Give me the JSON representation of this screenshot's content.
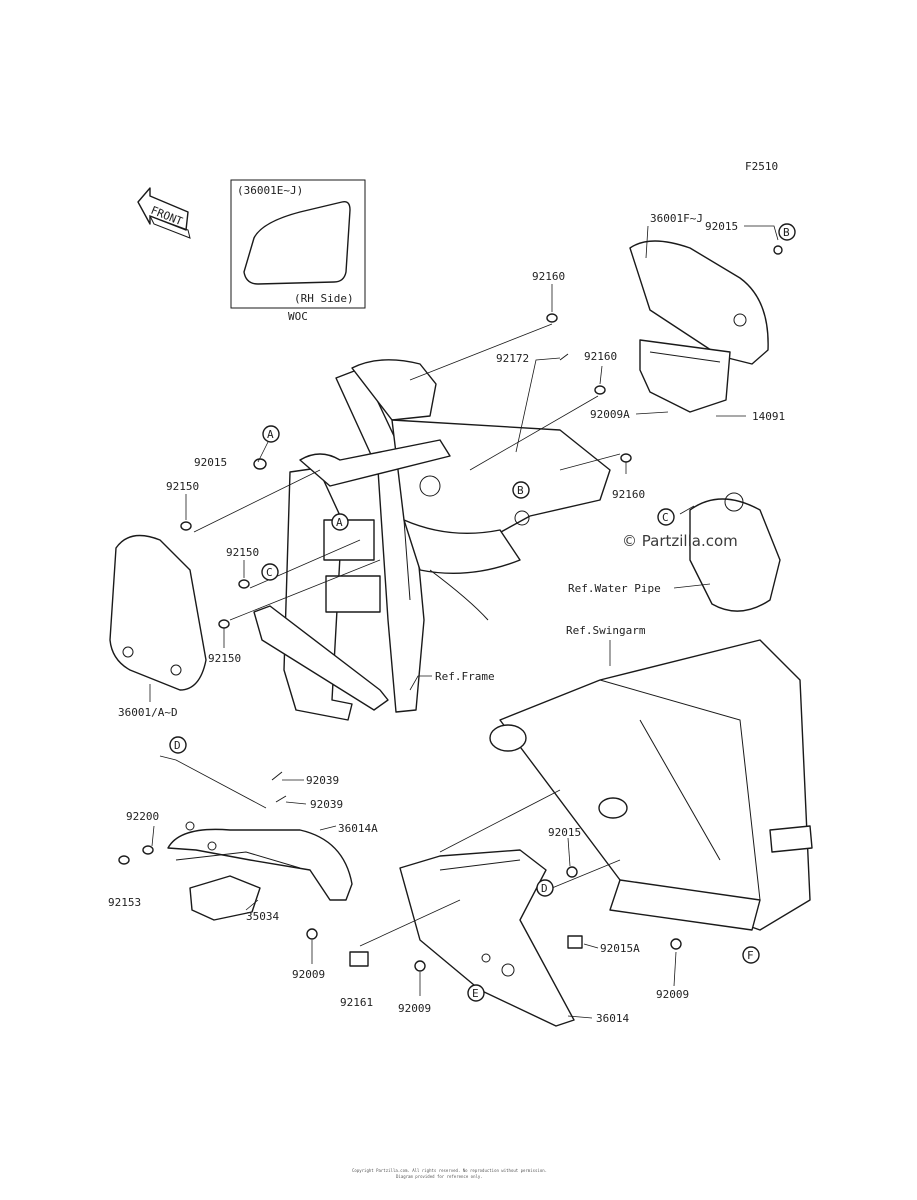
{
  "page_code": "F2510",
  "front_label": "FRONT",
  "inset": {
    "part_number": "(36001E~J)",
    "side": "(RH Side)",
    "caption": "WOC"
  },
  "watermark": "© Partzilla.com",
  "labels": {
    "p36001FJ": "36001F~J",
    "p92015_b": "92015",
    "p92160_top": "92160",
    "p92172": "92172",
    "p92160_mid": "92160",
    "p92009A": "92009A",
    "p14091": "14091",
    "p92160_right": "92160",
    "p92015_a": "92015",
    "p92150_left": "92150",
    "p92150_mid": "92150",
    "p92150_low": "92150",
    "p36001AD": "36001/A~D",
    "ref_water_pipe": "Ref.Water Pipe",
    "ref_frame": "Ref.Frame",
    "ref_swingarm": "Ref.Swingarm",
    "p92039_a": "92039",
    "p92039_b": "92039",
    "p92200": "92200",
    "p36014A": "36014A",
    "p92153": "92153",
    "p35034": "35034",
    "p92015_c": "92015",
    "p92009_left": "92009",
    "p92161": "92161",
    "p92009_mid": "92009",
    "p92015A": "92015A",
    "p92009_right": "92009",
    "p36014": "36014"
  },
  "callouts": {
    "A": "A",
    "B": "B",
    "C": "C",
    "D": "D",
    "E": "E",
    "F": "F"
  },
  "footer": {
    "line1": "Copyright Partzilla.com. All rights reserved. No reproduction without permission.",
    "line2": "Diagram provided for reference only."
  }
}
